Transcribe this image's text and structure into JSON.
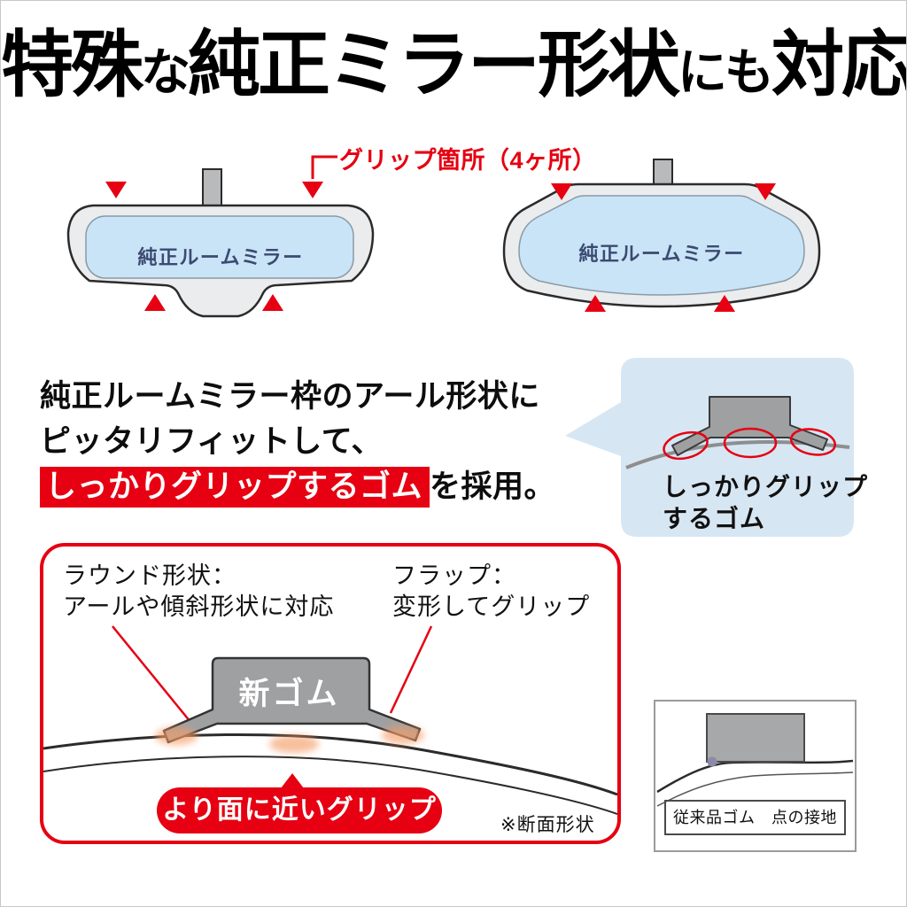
{
  "headline": {
    "seg1": "特殊",
    "seg2": "な",
    "seg3": "純正ミラー形状",
    "seg4": "にも",
    "seg5": "対応"
  },
  "grip_callout": {
    "label": "グリップ箇所（4ヶ所）"
  },
  "mirrors": {
    "left_label": "純正ルームミラー",
    "right_label": "純正ルームミラー"
  },
  "feature_text": {
    "line1": "純正ルームミラー枠のアール形状に",
    "line2": "ピッタリフィットして、",
    "highlight": "しっかりグリップするゴム",
    "tail": "を採用。"
  },
  "bubble": {
    "line1": "しっかりグリップ",
    "line2": "するゴム"
  },
  "cross_section": {
    "round_line1": "ラウンド形状：",
    "round_line2": "アールや傾斜形状に対応",
    "flap_line1": "フラップ：",
    "flap_line2": "変形してグリップ",
    "rubber_label": "新ゴム",
    "badge": "より面に近いグリップ",
    "note": "※断面形状"
  },
  "legacy": {
    "label": "従来品ゴム　点の接地"
  },
  "icons": {
    "grip_arrow_down": "▼",
    "grip_arrow_up": "▲"
  },
  "colors": {
    "accent_red": "#e60012",
    "glass_blue": "#c9e4f7",
    "rubber_gray": "#9fa0a1",
    "bubble_blue": "#d7e6f3",
    "rim_gray": "#ebeced"
  }
}
